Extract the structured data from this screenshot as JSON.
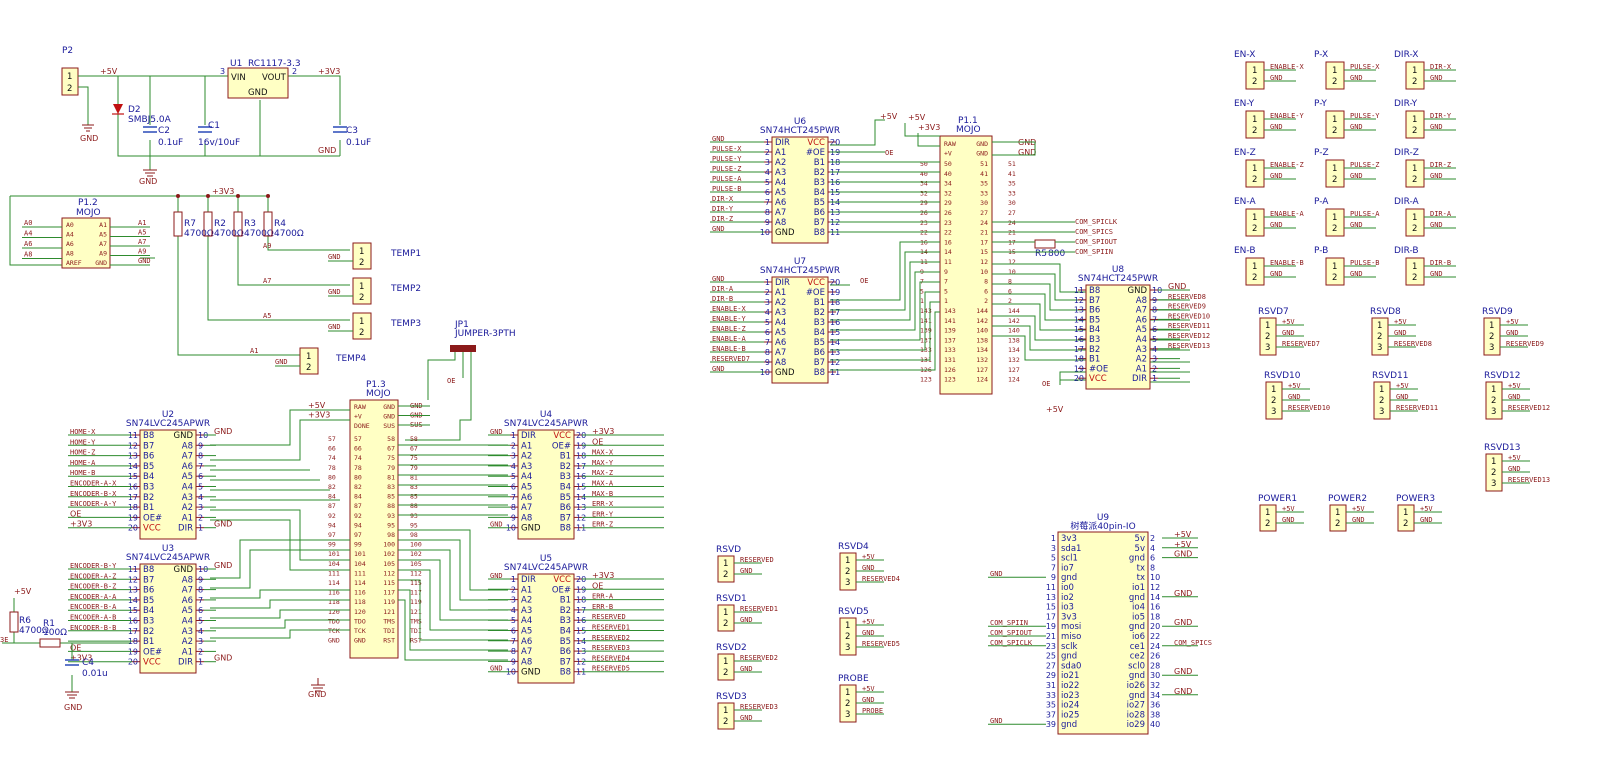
{
  "colors": {
    "wire": "#2e8b2e",
    "body_fill": "#ffffc4",
    "body_stroke": "#8b1a1a",
    "ref_text": "#1a1a9a",
    "net_text": "#8b1a1a",
    "power_pin": "#c01010"
  },
  "power_section": {
    "p2": {
      "ref": "P2",
      "pins": [
        "1",
        "2"
      ],
      "net": "+5V"
    },
    "d2": {
      "ref": "D2",
      "value": "SMBJ5.0A"
    },
    "gnd_labels": [
      "GND",
      "GND"
    ],
    "u1": {
      "ref": "U1",
      "value": "RC1117-3.3",
      "vin": "VIN",
      "vout": "VOUT",
      "gnd": "GND",
      "pin_vin": "3",
      "pin_vout": "2",
      "net_out": "+3V3"
    },
    "c1": {
      "ref": "C1",
      "value": "16v/10uF"
    },
    "c2": {
      "ref": "C2",
      "value": "0.1uF"
    },
    "c3": {
      "ref": "C3",
      "value": "0.1uF",
      "gnd": "GND"
    }
  },
  "analog_section": {
    "p1_2": {
      "ref": "P1.2",
      "value": "MOJO",
      "left": [
        "A0",
        "A1",
        "A4",
        "A5",
        "A6",
        "A7",
        "A8",
        "A9",
        "AREF",
        "GND"
      ]
    },
    "ext_left": [
      "A0",
      "A4",
      "A6",
      "A8"
    ],
    "ext_right": [
      "A1",
      "A5",
      "A7",
      "A9",
      "GND"
    ],
    "net_3v3": "+3V3",
    "resistors": [
      {
        "ref": "R7",
        "value": "4700Ω"
      },
      {
        "ref": "R2",
        "value": "4700Ω"
      },
      {
        "ref": "R3",
        "value": "4700Ω"
      },
      {
        "ref": "R4",
        "value": "4700Ω"
      }
    ],
    "temps": [
      {
        "ref": "TEMP1",
        "net": "A9"
      },
      {
        "ref": "TEMP2",
        "net": "A7"
      },
      {
        "ref": "TEMP3",
        "net": "A5"
      },
      {
        "ref": "TEMP4",
        "net": "A1"
      }
    ],
    "gnd": "GND",
    "pins12": [
      "1",
      "2"
    ]
  },
  "jp1": {
    "ref": "JP1",
    "value": "JUMPER-3PTH",
    "oe": "OE"
  },
  "p1_3": {
    "ref": "P1.3",
    "value": "MOJO",
    "top_left": [
      "RAW",
      "+V",
      "DONE"
    ],
    "top_right": [
      "GND",
      "GND",
      "SUS"
    ],
    "left_nets": [
      "+5V",
      "+3V3"
    ],
    "right_nets": [
      "GND",
      "GND",
      "SUS"
    ],
    "rows": [
      [
        "57",
        "58"
      ],
      [
        "66",
        "67"
      ],
      [
        "74",
        "75"
      ],
      [
        "78",
        "79"
      ],
      [
        "80",
        "81"
      ],
      [
        "82",
        "83"
      ],
      [
        "84",
        "85"
      ],
      [
        "87",
        "88"
      ],
      [
        "92",
        "93"
      ],
      [
        "94",
        "95"
      ],
      [
        "97",
        "98"
      ],
      [
        "99",
        "100"
      ],
      [
        "101",
        "102"
      ],
      [
        "104",
        "105"
      ],
      [
        "111",
        "112"
      ],
      [
        "114",
        "115"
      ],
      [
        "116",
        "117"
      ],
      [
        "118",
        "119"
      ],
      [
        "120",
        "121"
      ],
      [
        "TDO",
        "TMS"
      ],
      [
        "TCK",
        "TDI"
      ],
      [
        "GND",
        "RST"
      ]
    ],
    "gnd_label": "GND"
  },
  "u2": {
    "ref": "U2",
    "value": "SN74LVC245APWR",
    "left": [
      [
        "11",
        "B8"
      ],
      [
        "12",
        "B7"
      ],
      [
        "13",
        "B6"
      ],
      [
        "14",
        "B5"
      ],
      [
        "15",
        "B4"
      ],
      [
        "16",
        "B3"
      ],
      [
        "17",
        "B2"
      ],
      [
        "18",
        "B1"
      ],
      [
        "19",
        "OE#"
      ],
      [
        "20",
        "VCC"
      ]
    ],
    "right": [
      [
        "10",
        "GND"
      ],
      [
        "9",
        "A8"
      ],
      [
        "8",
        "A7"
      ],
      [
        "7",
        "A6"
      ],
      [
        "6",
        "A5"
      ],
      [
        "5",
        "A4"
      ],
      [
        "4",
        "A3"
      ],
      [
        "3",
        "A2"
      ],
      [
        "2",
        "A1"
      ],
      [
        "1",
        "DIR"
      ]
    ],
    "left_nets": [
      "HOME-X",
      "HOME-Y",
      "HOME-Z",
      "HOME-A",
      "HOME-B",
      "ENCODER-A-X",
      "ENCODER-B-X",
      "ENCODER-A-Y",
      "OE",
      "+3V3"
    ],
    "right_nets": [
      "GND",
      "",
      "",
      "",
      "",
      "",
      "",
      "",
      "",
      "GND"
    ]
  },
  "u3": {
    "ref": "U3",
    "value": "SN74LVC245APWR",
    "left": [
      [
        "11",
        "B8"
      ],
      [
        "12",
        "B7"
      ],
      [
        "13",
        "B6"
      ],
      [
        "14",
        "B5"
      ],
      [
        "15",
        "B4"
      ],
      [
        "16",
        "B3"
      ],
      [
        "17",
        "B2"
      ],
      [
        "18",
        "B1"
      ],
      [
        "19",
        "OE#"
      ],
      [
        "20",
        "VCC"
      ]
    ],
    "right": [
      [
        "10",
        "GND"
      ],
      [
        "9",
        "A8"
      ],
      [
        "8",
        "A7"
      ],
      [
        "7",
        "A6"
      ],
      [
        "6",
        "A5"
      ],
      [
        "5",
        "A4"
      ],
      [
        "4",
        "A3"
      ],
      [
        "3",
        "A2"
      ],
      [
        "2",
        "A1"
      ],
      [
        "1",
        "DIR"
      ]
    ],
    "left_nets": [
      "ENCODER-B-Y",
      "ENCODER-A-Z",
      "ENCODER-B-Z",
      "ENCODER-A-A",
      "ENCODER-B-A",
      "ENCODER-A-B",
      "ENCODER-B-B",
      "",
      "OE",
      "+3V3"
    ],
    "right_nets": [
      "GND",
      "",
      "",
      "",
      "",
      "",
      "",
      "",
      "",
      "GND"
    ]
  },
  "u4": {
    "ref": "U4",
    "value": "SN74LVC245APWR",
    "left": [
      [
        "1",
        "DIR"
      ],
      [
        "2",
        "A1"
      ],
      [
        "3",
        "A2"
      ],
      [
        "4",
        "A3"
      ],
      [
        "5",
        "A4"
      ],
      [
        "6",
        "A5"
      ],
      [
        "7",
        "A6"
      ],
      [
        "8",
        "A7"
      ],
      [
        "9",
        "A8"
      ],
      [
        "10",
        "GND"
      ]
    ],
    "right": [
      [
        "20",
        "VCC"
      ],
      [
        "19",
        "OE#"
      ],
      [
        "18",
        "B1"
      ],
      [
        "17",
        "B2"
      ],
      [
        "16",
        "B3"
      ],
      [
        "15",
        "B4"
      ],
      [
        "14",
        "B5"
      ],
      [
        "13",
        "B6"
      ],
      [
        "12",
        "B7"
      ],
      [
        "11",
        "B8"
      ]
    ],
    "left_nets": [
      "GND",
      "",
      "",
      "",
      "",
      "",
      "",
      "",
      "",
      "GND"
    ],
    "right_nets": [
      "+3V3",
      "OE",
      "MAX-X",
      "MAX-Y",
      "MAX-Z",
      "MAX-A",
      "MAX-B",
      "ERR-X",
      "ERR-Y",
      "ERR-Z"
    ]
  },
  "u5": {
    "ref": "U5",
    "value": "SN74LVC245APWR",
    "left": [
      [
        "1",
        "DIR"
      ],
      [
        "2",
        "A1"
      ],
      [
        "3",
        "A2"
      ],
      [
        "4",
        "A3"
      ],
      [
        "5",
        "A4"
      ],
      [
        "6",
        "A5"
      ],
      [
        "7",
        "A6"
      ],
      [
        "8",
        "A7"
      ],
      [
        "9",
        "A8"
      ],
      [
        "10",
        "GND"
      ]
    ],
    "right": [
      [
        "20",
        "VCC"
      ],
      [
        "19",
        "OE#"
      ],
      [
        "18",
        "B1"
      ],
      [
        "17",
        "B2"
      ],
      [
        "16",
        "B3"
      ],
      [
        "15",
        "B4"
      ],
      [
        "14",
        "B5"
      ],
      [
        "13",
        "B6"
      ],
      [
        "12",
        "B7"
      ],
      [
        "11",
        "B8"
      ]
    ],
    "left_nets": [
      "GND",
      "",
      "",
      "",
      "",
      "",
      "",
      "",
      "",
      "GND"
    ],
    "right_nets": [
      "+3V3",
      "OE",
      "ERR-A",
      "ERR-B",
      "RESERVED",
      "RESERVED1",
      "RESERVED2",
      "RESERVED3",
      "RESERVED4",
      "RESERVED5"
    ]
  },
  "reset": {
    "r6": "R6",
    "r6v": "4700Ω",
    "r1": "R1",
    "r1v": "100Ω",
    "c4": "C4",
    "c4v": "0.01u",
    "net5v": "+5V",
    "stub": "3E",
    "gnd": "GND"
  },
  "u6": {
    "ref": "U6",
    "value": "SN74HCT245PWR",
    "left": [
      [
        "1",
        "DIR"
      ],
      [
        "2",
        "A1"
      ],
      [
        "3",
        "A2"
      ],
      [
        "4",
        "A3"
      ],
      [
        "5",
        "A4"
      ],
      [
        "6",
        "A5"
      ],
      [
        "7",
        "A6"
      ],
      [
        "8",
        "A7"
      ],
      [
        "9",
        "A8"
      ],
      [
        "10",
        "GND"
      ]
    ],
    "right": [
      [
        "20",
        "VCC"
      ],
      [
        "19",
        "#OE"
      ],
      [
        "18",
        "B1"
      ],
      [
        "17",
        "B2"
      ],
      [
        "16",
        "B3"
      ],
      [
        "15",
        "B4"
      ],
      [
        "14",
        "B5"
      ],
      [
        "13",
        "B6"
      ],
      [
        "12",
        "B7"
      ],
      [
        "11",
        "B8"
      ]
    ],
    "left_nets": [
      "GND",
      "PULSE-X",
      "PULSE-Y",
      "PULSE-Z",
      "PULSE-A",
      "PULSE-B",
      "DIR-X",
      "DIR-Y",
      "DIR-Z",
      "GND"
    ],
    "top_net": "+5V",
    "oe": "OE"
  },
  "u7": {
    "ref": "U7",
    "value": "SN74HCT245PWR",
    "left": [
      [
        "1",
        "DIR"
      ],
      [
        "2",
        "A1"
      ],
      [
        "3",
        "A2"
      ],
      [
        "4",
        "A3"
      ],
      [
        "5",
        "A4"
      ],
      [
        "6",
        "A5"
      ],
      [
        "7",
        "A6"
      ],
      [
        "8",
        "A7"
      ],
      [
        "9",
        "A8"
      ],
      [
        "10",
        "GND"
      ]
    ],
    "right": [
      [
        "20",
        "VCC"
      ],
      [
        "19",
        "#OE"
      ],
      [
        "18",
        "B1"
      ],
      [
        "17",
        "B2"
      ],
      [
        "16",
        "B3"
      ],
      [
        "15",
        "B4"
      ],
      [
        "14",
        "B5"
      ],
      [
        "13",
        "B6"
      ],
      [
        "12",
        "B7"
      ],
      [
        "11",
        "B8"
      ]
    ],
    "left_nets": [
      "GND",
      "DIR-A",
      "DIR-B",
      "ENABLE-X",
      "ENABLE-Y",
      "ENABLE-Z",
      "ENABLE-A",
      "ENABLE-B",
      "RESERVED7",
      "GND"
    ],
    "oe": "OE"
  },
  "p1_1": {
    "ref": "P1.1",
    "value": "MOJO",
    "top": [
      [
        "RAW",
        "GND"
      ],
      [
        "+V",
        "GND"
      ]
    ],
    "rows": [
      [
        "50",
        "51"
      ],
      [
        "40",
        "41"
      ],
      [
        "34",
        "35"
      ],
      [
        "32",
        "33"
      ],
      [
        "29",
        "30"
      ],
      [
        "26",
        "27"
      ],
      [
        "23",
        "24"
      ],
      [
        "22",
        "21"
      ],
      [
        "16",
        "17"
      ],
      [
        "14",
        "15"
      ],
      [
        "11",
        "12"
      ],
      [
        "9",
        "10"
      ],
      [
        "7",
        "8"
      ],
      [
        "5",
        "6"
      ],
      [
        "1",
        "2"
      ],
      [
        "143",
        "144"
      ],
      [
        "141",
        "142"
      ],
      [
        "139",
        "140"
      ],
      [
        "137",
        "138"
      ],
      [
        "133",
        "134"
      ],
      [
        "131",
        "132"
      ],
      [
        "126",
        "127"
      ],
      [
        "123",
        "124"
      ]
    ],
    "left_nets": [
      "+5V",
      "+3V3"
    ],
    "right_nets": [
      "GND",
      "GND"
    ],
    "spi_nets": [
      "COM_SPICLK",
      "COM_SPICS",
      "COM_SPIOUT",
      "COM_SPIIN"
    ],
    "r5": {
      "ref": "R5",
      "value": "800"
    }
  },
  "u8": {
    "ref": "U8",
    "value": "SN74HCT245PWR",
    "left": [
      [
        "11",
        "B8"
      ],
      [
        "12",
        "B7"
      ],
      [
        "13",
        "B6"
      ],
      [
        "14",
        "B5"
      ],
      [
        "15",
        "B4"
      ],
      [
        "16",
        "B3"
      ],
      [
        "17",
        "B2"
      ],
      [
        "18",
        "B1"
      ],
      [
        "19",
        "#OE"
      ],
      [
        "20",
        "VCC"
      ]
    ],
    "right": [
      [
        "10",
        "GND"
      ],
      [
        "9",
        "A8"
      ],
      [
        "8",
        "A7"
      ],
      [
        "7",
        "A6"
      ],
      [
        "6",
        "A5"
      ],
      [
        "5",
        "A4"
      ],
      [
        "4",
        "A3"
      ],
      [
        "3",
        "A2"
      ],
      [
        "2",
        "A1"
      ],
      [
        "1",
        "DIR"
      ]
    ],
    "right_nets": [
      "GND",
      "RESERVED8",
      "RESERVED9",
      "RESERVED10",
      "RESERVED11",
      "RESERVED12",
      "RESERVED13",
      "",
      "",
      ""
    ],
    "oe": "OE",
    "net5v": "+5V"
  },
  "rsvd_left": [
    {
      "ref": "RSVD",
      "nets": [
        "RESERVED",
        "GND"
      ]
    },
    {
      "ref": "RSVD1",
      "nets": [
        "RESERVED1",
        "GND"
      ]
    },
    {
      "ref": "RSVD2",
      "nets": [
        "RESERVED2",
        "GND"
      ]
    },
    {
      "ref": "RSVD3",
      "nets": [
        "RESERVED3",
        "GND"
      ]
    }
  ],
  "rsvd_mid": [
    {
      "ref": "RSVD4",
      "nets": [
        "+5V",
        "GND",
        "RESERVED4"
      ]
    },
    {
      "ref": "RSVD5",
      "nets": [
        "+5V",
        "GND",
        "RESERVED5"
      ]
    },
    {
      "ref": "PROBE",
      "nets": [
        "+5V",
        "GND",
        "PROBE"
      ]
    }
  ],
  "u9": {
    "ref": "U9",
    "value": "树莓派40pin-IO",
    "left": [
      [
        "1",
        "3v3"
      ],
      [
        "3",
        "sda1"
      ],
      [
        "5",
        "scl1"
      ],
      [
        "7",
        "io7"
      ],
      [
        "9",
        "gnd"
      ],
      [
        "11",
        "io0"
      ],
      [
        "13",
        "io2"
      ],
      [
        "15",
        "io3"
      ],
      [
        "17",
        "3v3"
      ],
      [
        "19",
        "mosi"
      ],
      [
        "21",
        "miso"
      ],
      [
        "23",
        "sclk"
      ],
      [
        "25",
        "gnd"
      ],
      [
        "27",
        "sda0"
      ],
      [
        "29",
        "io21"
      ],
      [
        "31",
        "io22"
      ],
      [
        "33",
        "io23"
      ],
      [
        "35",
        "io24"
      ],
      [
        "37",
        "io25"
      ],
      [
        "39",
        "gnd"
      ]
    ],
    "right": [
      [
        "2",
        "5v"
      ],
      [
        "4",
        "5v"
      ],
      [
        "6",
        "gnd"
      ],
      [
        "8",
        "tx"
      ],
      [
        "10",
        "tx"
      ],
      [
        "12",
        "io1"
      ],
      [
        "14",
        "gnd"
      ],
      [
        "16",
        "io4"
      ],
      [
        "18",
        "io5"
      ],
      [
        "20",
        "gnd"
      ],
      [
        "22",
        "io6"
      ],
      [
        "24",
        "ce1"
      ],
      [
        "26",
        "ce2"
      ],
      [
        "28",
        "scl0"
      ],
      [
        "30",
        "gnd"
      ],
      [
        "32",
        "io26"
      ],
      [
        "34",
        "gnd"
      ],
      [
        "36",
        "io27"
      ],
      [
        "38",
        "io28"
      ],
      [
        "40",
        "io29"
      ]
    ],
    "left_nets": [
      "",
      "",
      "",
      "",
      "GND",
      "",
      "",
      "",
      "",
      "COM_SPIIN",
      "COM_SPIOUT",
      "COM_SPICLK",
      "",
      "",
      "",
      "",
      "",
      "",
      "",
      "GND"
    ],
    "right_nets": [
      "+5V",
      "+5V",
      "GND",
      "",
      "",
      "",
      "GND",
      "",
      "",
      "GND",
      "",
      "COM_SPICS",
      "",
      "",
      "GND",
      "",
      "GND",
      "",
      "",
      ""
    ]
  },
  "axis_connectors": [
    {
      "en": "EN-X",
      "p": "P-X",
      "dir": "DIR-X",
      "en_net": "ENABLE-X",
      "p_net": "PULSE-X",
      "dir_net": "DIR-X"
    },
    {
      "en": "EN-Y",
      "p": "P-Y",
      "dir": "DIR-Y",
      "en_net": "ENABLE-Y",
      "p_net": "PULSE-Y",
      "dir_net": "DIR-Y"
    },
    {
      "en": "EN-Z",
      "p": "P-Z",
      "dir": "DIR-Z",
      "en_net": "ENABLE-Z",
      "p_net": "PULSE-Z",
      "dir_net": "DIR-Z"
    },
    {
      "en": "EN-A",
      "p": "P-A",
      "dir": "DIR-A",
      "en_net": "ENABLE-A",
      "p_net": "PULSE-A",
      "dir_net": "DIR-A"
    },
    {
      "en": "EN-B",
      "p": "P-B",
      "dir": "DIR-B",
      "en_net": "ENABLE-B",
      "p_net": "PULSE-B",
      "dir_net": "DIR-B"
    }
  ],
  "rsvd_right": [
    {
      "ref": "RSVD7",
      "nets": [
        "+5V",
        "GND",
        "RESERVED7"
      ]
    },
    {
      "ref": "RSVD8",
      "nets": [
        "+5V",
        "GND",
        "RESERVED8"
      ]
    },
    {
      "ref": "RSVD9",
      "nets": [
        "+5V",
        "GND",
        "RESERVED9"
      ]
    },
    {
      "ref": "RSVD10",
      "nets": [
        "+5V",
        "GND",
        "RESERVED10"
      ]
    },
    {
      "ref": "RSVD11",
      "nets": [
        "+5V",
        "GND",
        "RESERVED11"
      ]
    },
    {
      "ref": "RSVD12",
      "nets": [
        "+5V",
        "GND",
        "RESERVED12"
      ]
    },
    {
      "ref": "RSVD13",
      "nets": [
        "+5V",
        "GND",
        "RESERVED13"
      ]
    }
  ],
  "power_conns": [
    {
      "ref": "POWER1",
      "nets": [
        "+5V",
        "GND"
      ]
    },
    {
      "ref": "POWER2",
      "nets": [
        "+5V",
        "GND"
      ]
    },
    {
      "ref": "POWER3",
      "nets": [
        "+5V",
        "GND"
      ]
    }
  ],
  "pins123": [
    "1",
    "2",
    "3"
  ]
}
